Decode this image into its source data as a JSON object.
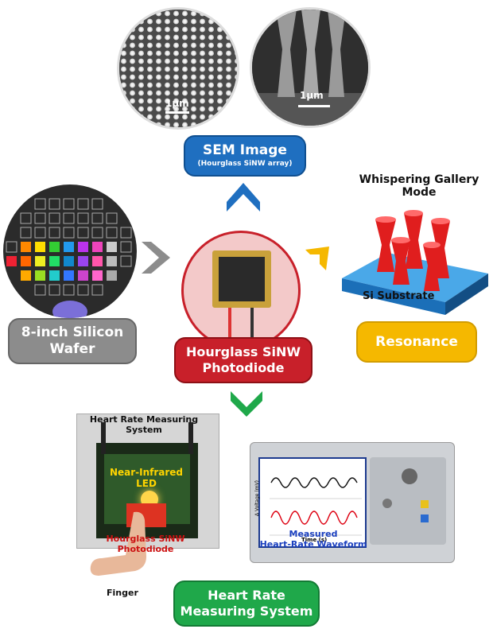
{
  "sem": {
    "scale_left": "1μm",
    "scale_right": "1μm",
    "title": "SEM Image",
    "subtitle": "(Hourglass SiNW array)"
  },
  "wafer": {
    "label_line1": "8-inch Silicon",
    "label_line2": "Wafer"
  },
  "photodiode": {
    "label_line1": "Hourglass SiNW",
    "label_line2": "Photodiode"
  },
  "resonance": {
    "mode_line1": "Whispering Gallery",
    "mode_line2": "Mode",
    "substrate": "Si Substrate",
    "label": "Resonance"
  },
  "heart": {
    "box_line1": "Heart Rate Measuring",
    "box_line2": "System",
    "led_line1": "Near-Infrared",
    "led_line2": "LED",
    "pd_line1": "Hourglass SiNW",
    "pd_line2": "Photodiode",
    "finger": "Finger",
    "wave_line1": "Measured",
    "wave_line2": "Heart-Rate Waveform",
    "system_line1": "Heart Rate",
    "system_line2": "Measuring System",
    "scope_ylabel": "Δ Voltage (mV)",
    "scope_xlabel": "Time (s)"
  },
  "colors": {
    "sem_blue": "#1f6fc0",
    "wafer_gray": "#8c8c8c",
    "diode_red": "#c8202a",
    "resonance_yellow": "#f5b800",
    "system_green": "#1fa84a"
  }
}
